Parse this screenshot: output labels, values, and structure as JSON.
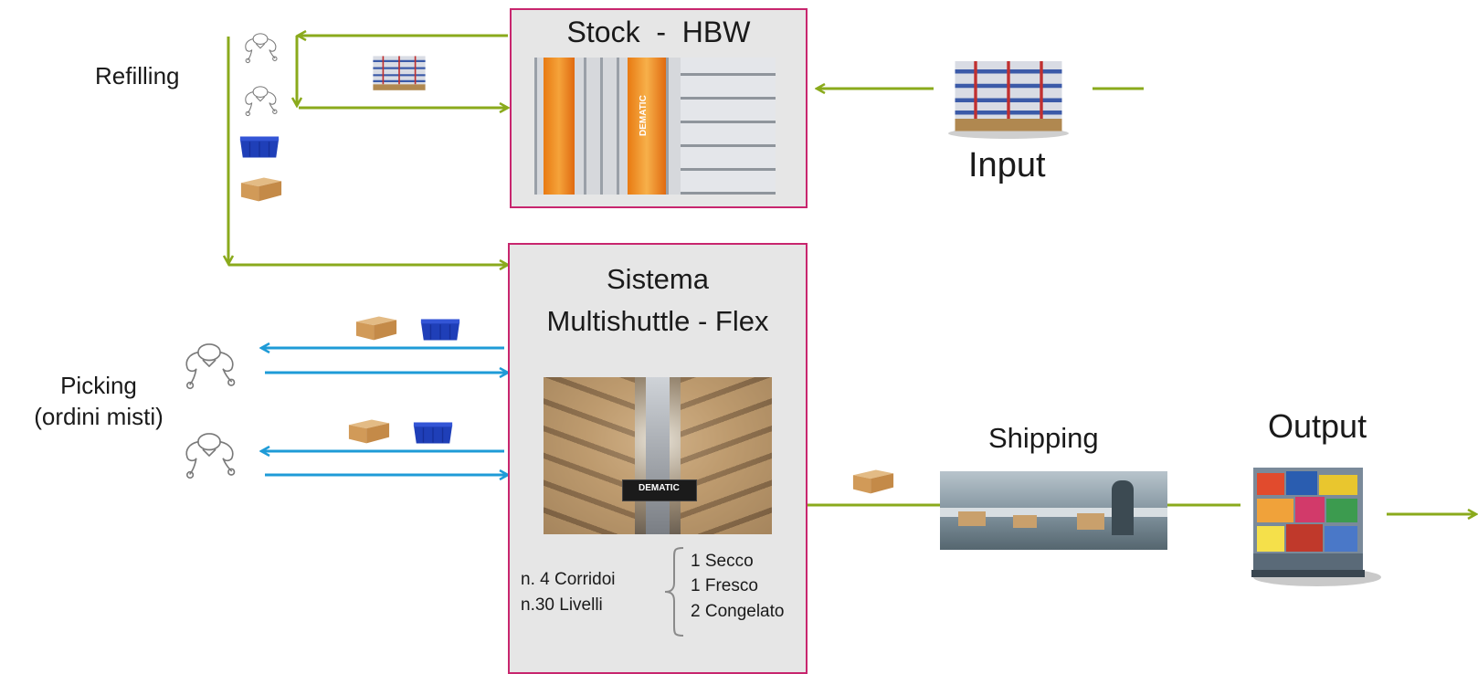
{
  "colors": {
    "green_flow": "#8aaa1c",
    "blue_flow": "#1e9bd7",
    "box_border": "#c8266e",
    "box_fill": "#e6e6e6"
  },
  "left_labels": {
    "refilling": "Refilling",
    "picking_line1": "Picking",
    "picking_line2": "(ordini misti)"
  },
  "stock": {
    "title": "Stock  -  HBW",
    "photo_brand": "DEMATIC"
  },
  "input": {
    "label": "Input"
  },
  "sistema": {
    "title_line1": "Sistema",
    "title_line2": "Multishuttle - Flex",
    "photo_brand": "DEMATIC",
    "spec_corridoi": "n. 4 Corridoi",
    "spec_livelli": "n.30 Livelli",
    "zones": [
      "1 Secco",
      "1 Fresco",
      "2 Congelato"
    ]
  },
  "shipping": {
    "label": "Shipping"
  },
  "output": {
    "label": "Output"
  },
  "icons": [
    "operator-icon",
    "pallet-icon",
    "blue-crate-icon",
    "carton-box-icon",
    "arrow-head-icon"
  ]
}
